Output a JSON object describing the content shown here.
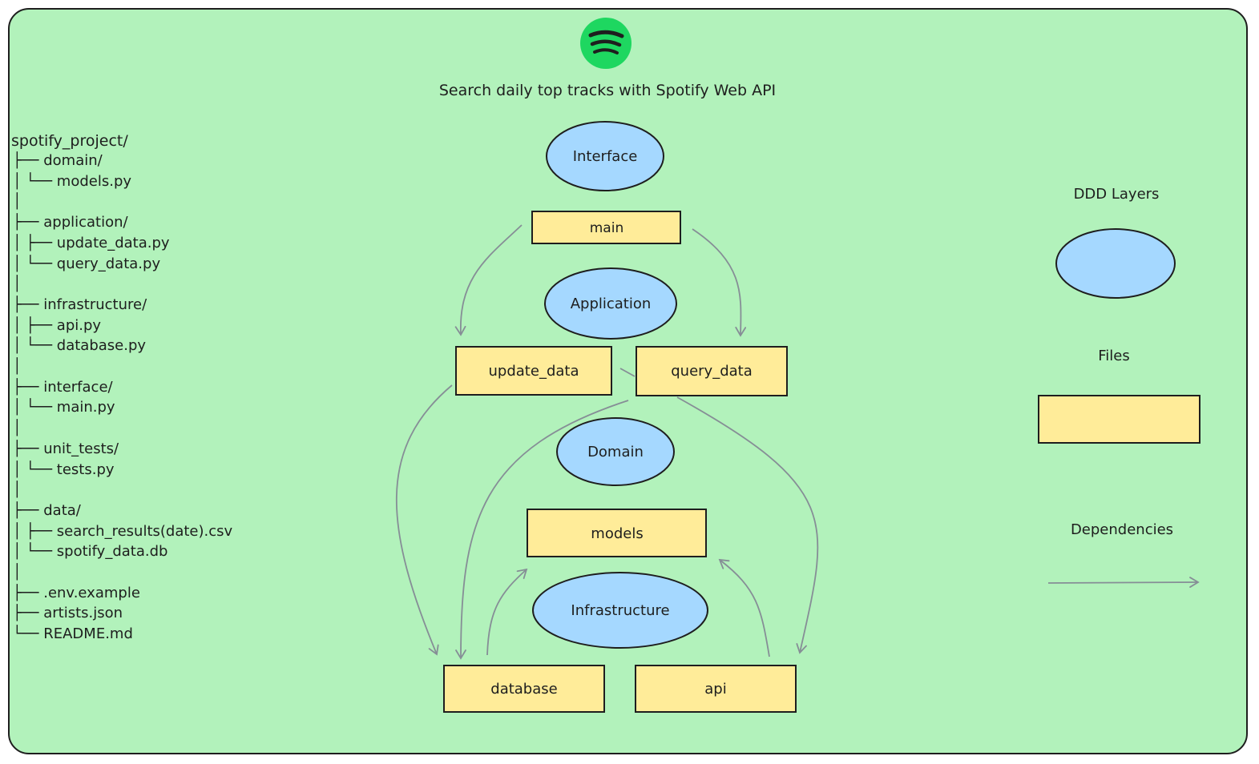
{
  "diagram": {
    "title": "Search daily top tracks with Spotify Web API",
    "logo": {
      "icon": "spotify-logo-icon",
      "color": "#1ed760"
    },
    "colors": {
      "background": "#b2f2bb",
      "layer_fill": "#a5d8ff",
      "file_fill": "#ffec99",
      "stroke": "#1e1e1e",
      "arrow": "#868e96"
    },
    "layers": {
      "interface": "Interface",
      "application": "Application",
      "domain": "Domain",
      "infrastructure": "Infrastructure"
    },
    "files": {
      "main": "main",
      "update_data": "update_data",
      "query_data": "query_data",
      "models": "models",
      "database": "database",
      "api": "api"
    },
    "legend": {
      "layers_label": "DDD Layers",
      "files_label": "Files",
      "dependencies_label": "Dependencies"
    }
  },
  "tree": {
    "root": "spotify_project/",
    "lines": [
      "├── domain/",
      "│   └── models.py",
      "│",
      "├── application/",
      "│   ├── update_data.py",
      "│   └── query_data.py",
      "│",
      "├── infrastructure/",
      "│   ├── api.py",
      "│   └── database.py",
      "│",
      "├── interface/",
      "│   └── main.py",
      "│",
      "├── unit_tests/",
      "│   └── tests.py",
      "│",
      "├── data/",
      "│   ├── search_results(date).csv",
      "│   └── spotify_data.db",
      "│",
      "├── .env.example",
      "├── artists.json",
      "└── README.md"
    ]
  }
}
